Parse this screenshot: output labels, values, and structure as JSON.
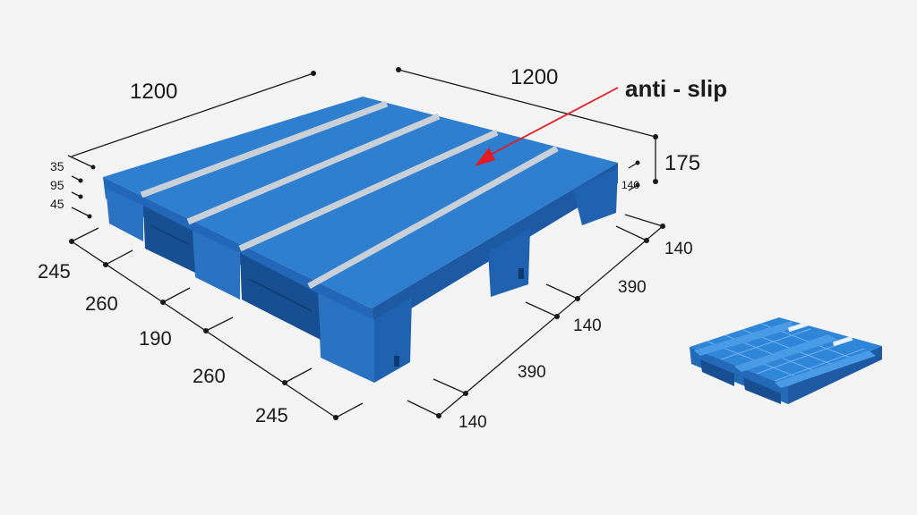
{
  "dimensions": {
    "length_left": "1200",
    "length_right": "1200",
    "height_total": "175",
    "height_right_inner": "140",
    "height_left_top": "35",
    "height_left_mid": "95",
    "height_left_bottom": "45",
    "front_segments": [
      "245",
      "260",
      "190",
      "260",
      "245"
    ],
    "right_segments": [
      "140",
      "390",
      "140",
      "390",
      "140"
    ]
  },
  "callout": {
    "label": "anti - slip"
  },
  "colors": {
    "pallet_top": "#2f7fd0",
    "pallet_side": "#2367b8",
    "pallet_dark": "#174f92",
    "anti_slip_strip": "#c9cfd6",
    "arrow": "#e31b23",
    "background": "#f3f3f3"
  },
  "inset": {
    "description_icon": "pallet-underside-thumbnail"
  }
}
